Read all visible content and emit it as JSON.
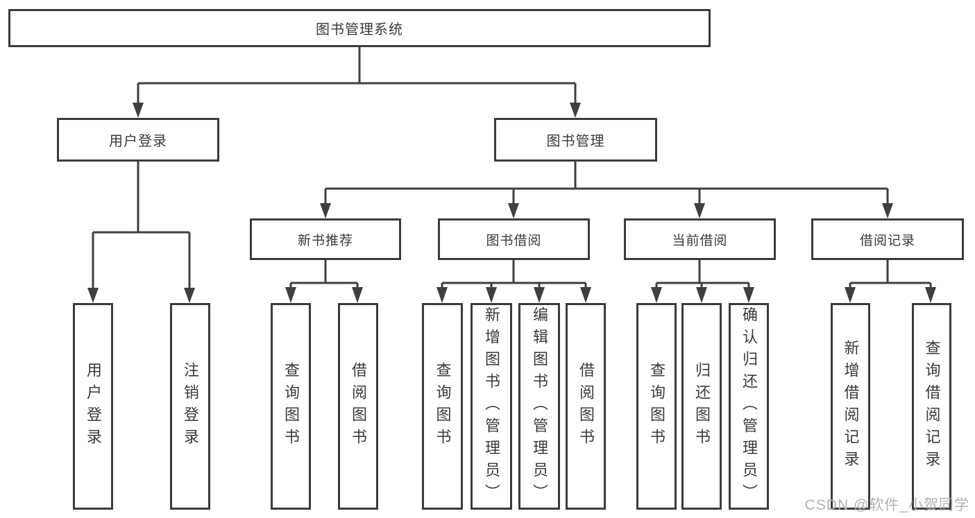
{
  "diagram": {
    "root": {
      "label": "图书管理系统"
    },
    "branches": [
      {
        "label": "用户登录",
        "leaves": [
          "用户登录",
          "注销登录"
        ]
      },
      {
        "label": "图书管理",
        "groups": [
          {
            "label": "新书推荐",
            "leaves": [
              "查询图书",
              "借阅图书"
            ]
          },
          {
            "label": "图书借阅",
            "leaves": [
              "查询图书",
              "新增图书（管理员）",
              "编辑图书（管理员）",
              "借阅图书"
            ]
          },
          {
            "label": "当前借阅",
            "leaves": [
              "查询图书",
              "归还图书",
              "确认归还（管理员）"
            ]
          },
          {
            "label": "借阅记录",
            "leaves": [
              "新增借阅记录",
              "查询借阅记录"
            ]
          }
        ]
      }
    ]
  },
  "watermark": {
    "text": "CSDN @软件_小贺同学"
  },
  "colors": {
    "line": "#3f3f3f",
    "border": "#3b3b3b",
    "text": "#3a3a3a",
    "watermark": "#b5b0b3",
    "background": "#ffffff"
  }
}
